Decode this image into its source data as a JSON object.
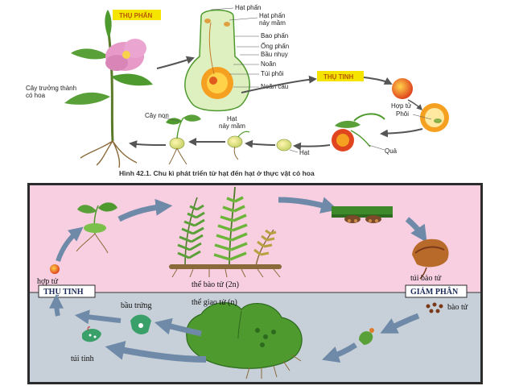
{
  "top": {
    "tag_pollination": "THỤ PHẤN",
    "tag_fertilization": "THỤ TINH",
    "labels": {
      "pollen": "Hạt phấn",
      "germinating_pollen": "Hạt phấn\nnảy mầm",
      "anther": "Bao phấn",
      "pollen_tube": "Ống phấn",
      "ovary": "Bầu nhụy",
      "ovule": "Noãn",
      "embryo_sac": "Túi phôi",
      "ovule_stalk": "Noãn cầu",
      "zygote": "Hợp tử",
      "embryo": "Phôi",
      "fruit": "Quả",
      "seed": "Hạt",
      "germinating_seed": "Hạt\nnảy mầm",
      "seedling": "Cây non",
      "adult_plant": "Cây trưởng thành\ncó hoa"
    },
    "caption": "Hình 42.1. Chu kì phát triển từ hạt đến hạt ở thực vật có hoa"
  },
  "bottom": {
    "section_fertilization": "THỤ TINH",
    "section_meiosis": "GIẢM PHÂN",
    "labels": {
      "zygote": "hợp tử",
      "sporophyte": "thể bào tử (2n)",
      "gametophyte": "thể giao tử (n)",
      "sporangium": "túi bào tử",
      "spore": "bào tử",
      "archegonium": "bầu trứng",
      "antheridium": "túi tinh"
    }
  },
  "colors": {
    "top_pink": "#f7cfe0",
    "bottom_gray": "#c7d0d8",
    "frame": "#2b2b2b",
    "arrow_blue": "#6f8aa8",
    "tag_yellow": "#f4e400",
    "leaf_green": "#4f9a2e"
  }
}
